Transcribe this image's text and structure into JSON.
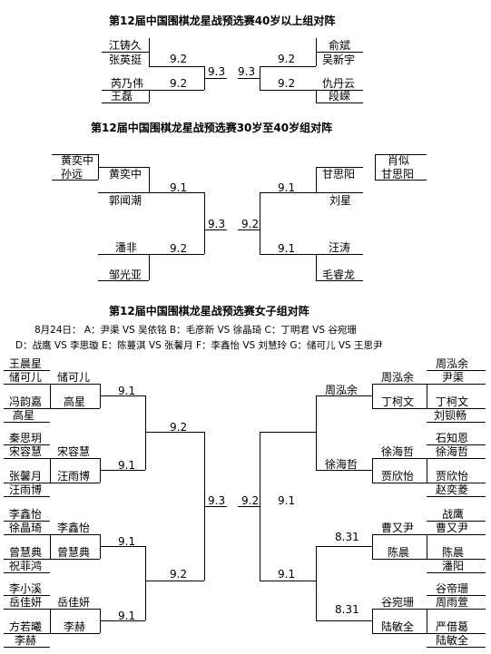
{
  "sections": [
    {
      "title": "第12届中国围棋龙星战预选赛40岁以上组对阵",
      "players": [
        "江铸久",
        "张英挺",
        "芮乃伟",
        "王磊",
        "俞斌",
        "吴新宇",
        "仇丹云",
        "段嵘"
      ],
      "dates": [
        "9.2",
        "9.2",
        "9.3",
        "9.3",
        "9.2",
        "9.2"
      ]
    },
    {
      "title": "第12届中国围棋龙星战预选赛30岁至40岁组对阵",
      "players": [
        "黄奕中",
        "孙远",
        "黄奕中",
        "郭闻潮",
        "潘非",
        "邹光亚",
        "肖似",
        "甘思阳",
        "甘思阳",
        "刘星",
        "汪涛",
        "毛睿龙"
      ],
      "dates": [
        "9.1",
        "9.2",
        "9.3",
        "9.2",
        "9.1",
        "9.1"
      ]
    },
    {
      "title": "第12届中国围棋龙星战预选赛女子组对阵",
      "schedule_line1": "8月24日： A：尹渠 VS 吴依铭  B：毛彦新 VS 徐晶琦  C：丁明君 VS 谷宛珊",
      "schedule_line2": "D：战鹰 VS 李思璇  E：陈蔓淇 VS 张馨月  F：李鑫怡 VS 刘慧玲  G：储可儿 VS 王思尹",
      "players_left": [
        "王晨星",
        "储可儿",
        "冯韵嘉",
        "高星",
        "储可儿",
        "高星",
        "秦思玥",
        "宋容慧",
        "张馨月",
        "汪雨博",
        "宋容慧",
        "汪雨博",
        "李鑫怡",
        "徐晶琦",
        "曾慧典",
        "祝菲鸿",
        "李鑫怡",
        "曾慧典",
        "李小溪",
        "岳佳妍",
        "方若曦",
        "李赫",
        "岳佳妍",
        "李赫"
      ],
      "players_right": [
        "周泓余",
        "尹渠",
        "丁柯文",
        "刘钡畅",
        "周泓余",
        "丁柯文",
        "周泓余",
        "石知恩",
        "徐海哲",
        "贾欣怡",
        "赵奕菱",
        "徐海哲",
        "贾欣怡",
        "徐海哲",
        "战鹰",
        "曹又尹",
        "陈晨",
        "潘阳",
        "曹又尹",
        "陈晨",
        "谷帝珊",
        "周雨萱",
        "严借葛",
        "陆敏全",
        "谷宛珊",
        "陆敏全"
      ],
      "dates": [
        "9.1",
        "9.1",
        "9.1",
        "9.1",
        "9.2",
        "9.2",
        "9.3",
        "9.2",
        "9.1",
        "8.31",
        "9.1",
        "8.31"
      ]
    }
  ]
}
